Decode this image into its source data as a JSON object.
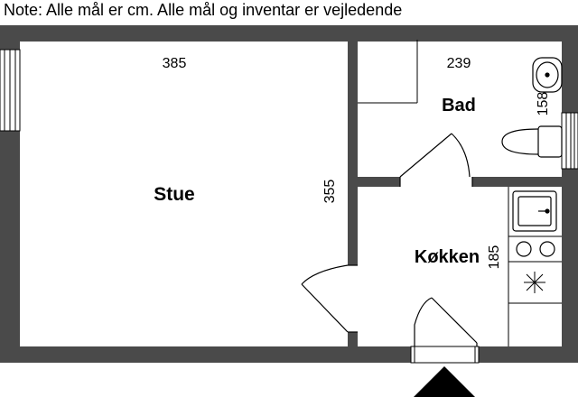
{
  "note": "Note: Alle mål er cm. Alle mål og inventar er vejledende",
  "rooms": {
    "stue": {
      "label": "Stue",
      "dimension": "385",
      "dimension_height": "355"
    },
    "bad": {
      "label": "Bad",
      "dimension": "239",
      "dimension_height": "158"
    },
    "kokken": {
      "label": "Køkken",
      "dimension_height": "185"
    }
  },
  "colors": {
    "wall": "#4a4a4a",
    "line": "#000000",
    "background": "#ffffff"
  },
  "icons": [
    "window-icon",
    "door-swing-icon",
    "sink-icon",
    "toilet-icon",
    "stove-icon",
    "entrance-arrow-icon"
  ]
}
